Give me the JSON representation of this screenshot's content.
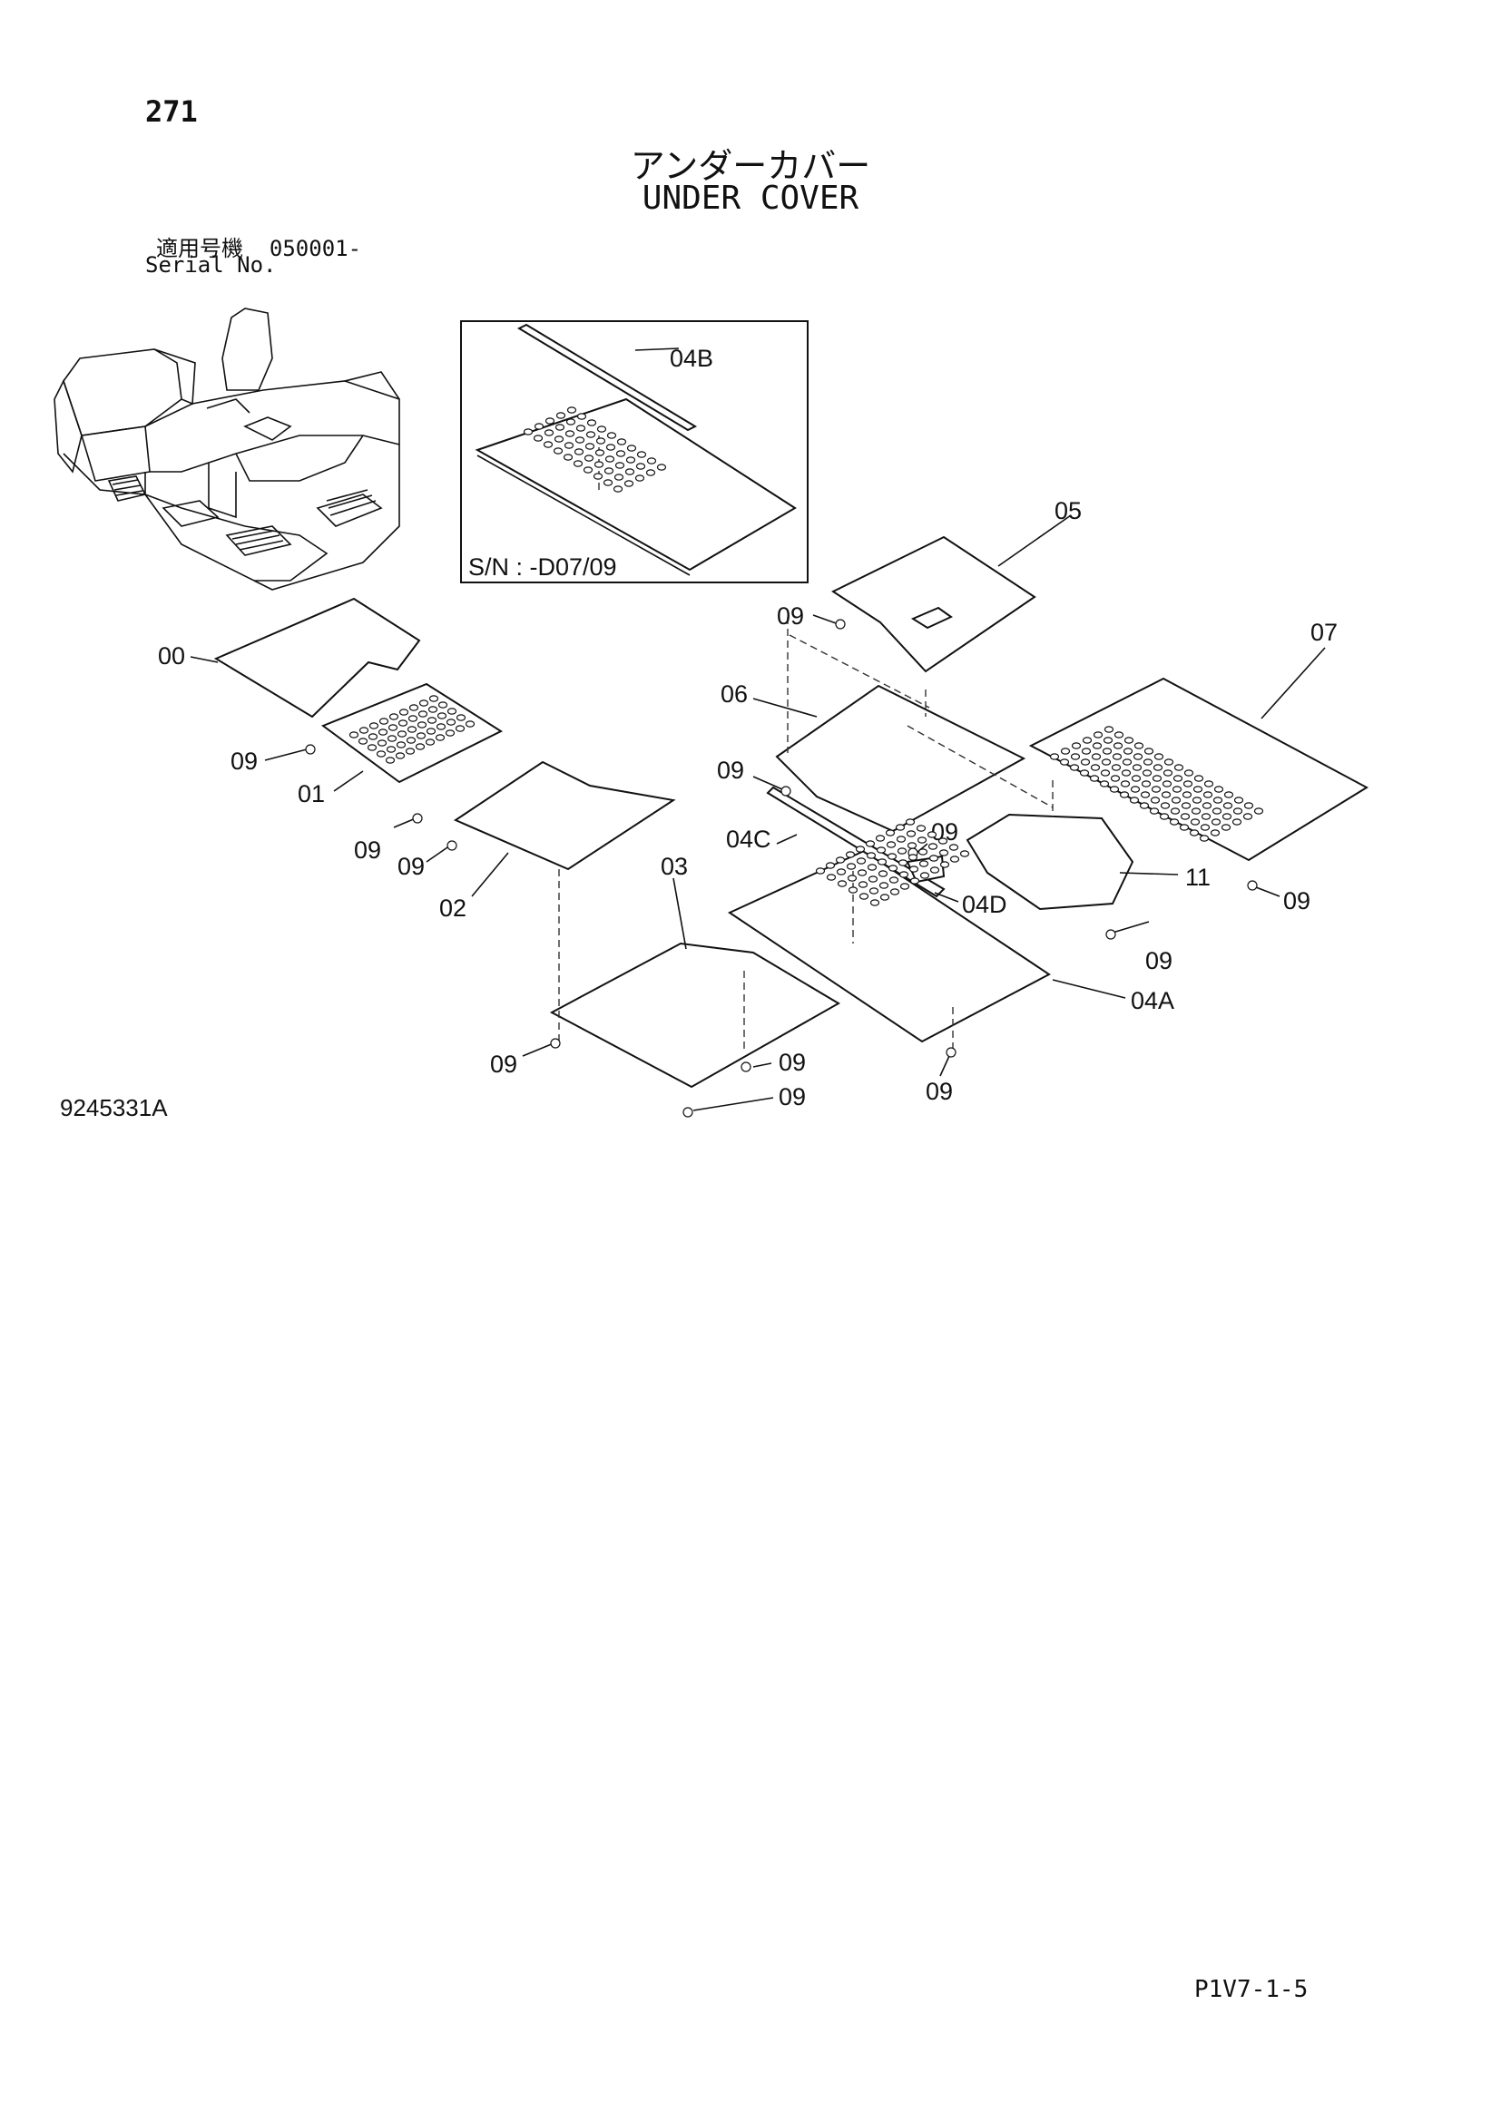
{
  "page_number": "271",
  "title_jp": "アンダーカバー",
  "title_en": "UNDER COVER",
  "serial": {
    "label_jp": "適用号機",
    "value": "050001-",
    "label_en": "Serial No."
  },
  "inset_note": "S/N : -D07/09",
  "drawing_number": "9245331A",
  "page_code": "P1V7-1-5",
  "part_labels": {
    "p00": "00",
    "p01": "01",
    "p02": "02",
    "p03": "03",
    "p04A": "04A",
    "p04B": "04B",
    "p04C": "04C",
    "p04D": "04D",
    "p05": "05",
    "p06": "06",
    "p07": "07",
    "p11": "11",
    "bolt": "09"
  }
}
